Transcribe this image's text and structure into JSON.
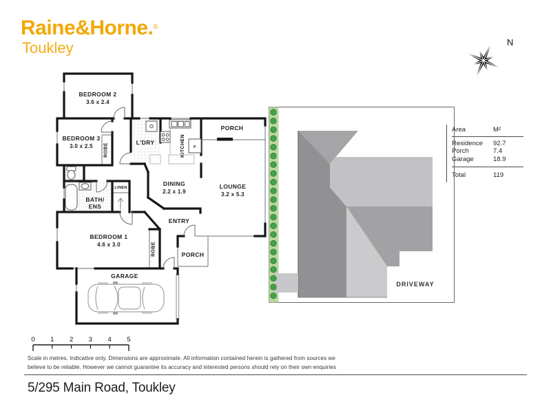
{
  "brand": {
    "name": "Raine&Horne.",
    "registered": "®",
    "office": "Toukley",
    "color": "#F2A705"
  },
  "compass": {
    "north_label": "N"
  },
  "floorplan": {
    "rooms": {
      "bedroom2": {
        "name": "BEDROOM 2",
        "dims": "3.6 x 2.4"
      },
      "bedroom3": {
        "name": "BEDROOM 3",
        "dims": "3.0 x 2.5"
      },
      "robe_bedroom3": {
        "name": "ROBE"
      },
      "laundry": {
        "name": "L'DRY"
      },
      "kitchen": {
        "name": "KITCHEN"
      },
      "fridge": {
        "name": "F"
      },
      "porch_top": {
        "name": "PORCH"
      },
      "dining": {
        "name": "DINING",
        "dims": "2.2 x 1.9"
      },
      "lounge": {
        "name": "LOUNGE",
        "dims": "3.2 x 5.3"
      },
      "bath": {
        "name": "BATH/",
        "name2": "ENS"
      },
      "linen": {
        "name": "LINEN"
      },
      "entry": {
        "name": "ENTRY"
      },
      "bedroom1": {
        "name": "BEDROOM 1",
        "dims": "4.6 x 3.0"
      },
      "robe_bedroom1": {
        "name": "ROBE"
      },
      "porch_entry": {
        "name": "PORCH"
      },
      "garage": {
        "name": "GARAGE"
      }
    }
  },
  "siteplan": {
    "driveway_label": "DRIVEWAY",
    "hedge_color": "#bcd7a0",
    "shrub_color": "#44a248",
    "roof_dark": "#919193",
    "roof_mid": "#a5a5a7",
    "roof_light": "#c5c5c7"
  },
  "area_table": {
    "col_area": "Area",
    "col_unit": "M²",
    "rows": [
      {
        "label": "Residence",
        "value": "92.7"
      },
      {
        "label": "Porch",
        "value": "7.4"
      },
      {
        "label": "Garage",
        "value": "18.9"
      }
    ],
    "total_label": "Total",
    "total_value": "119"
  },
  "scale_bar": {
    "ticks": [
      "0",
      "1",
      "2",
      "3",
      "4",
      "5"
    ]
  },
  "disclaimer": {
    "line1": "Scale in metres. Indicative only. Dimensions are approximate. All information contained herein is gathered from sources we",
    "line2": "believe to be reliable. However we cannot guarantee its accuracy and interested persons should rely on their own enquiries"
  },
  "address": "5/295 Main Road, Toukley"
}
